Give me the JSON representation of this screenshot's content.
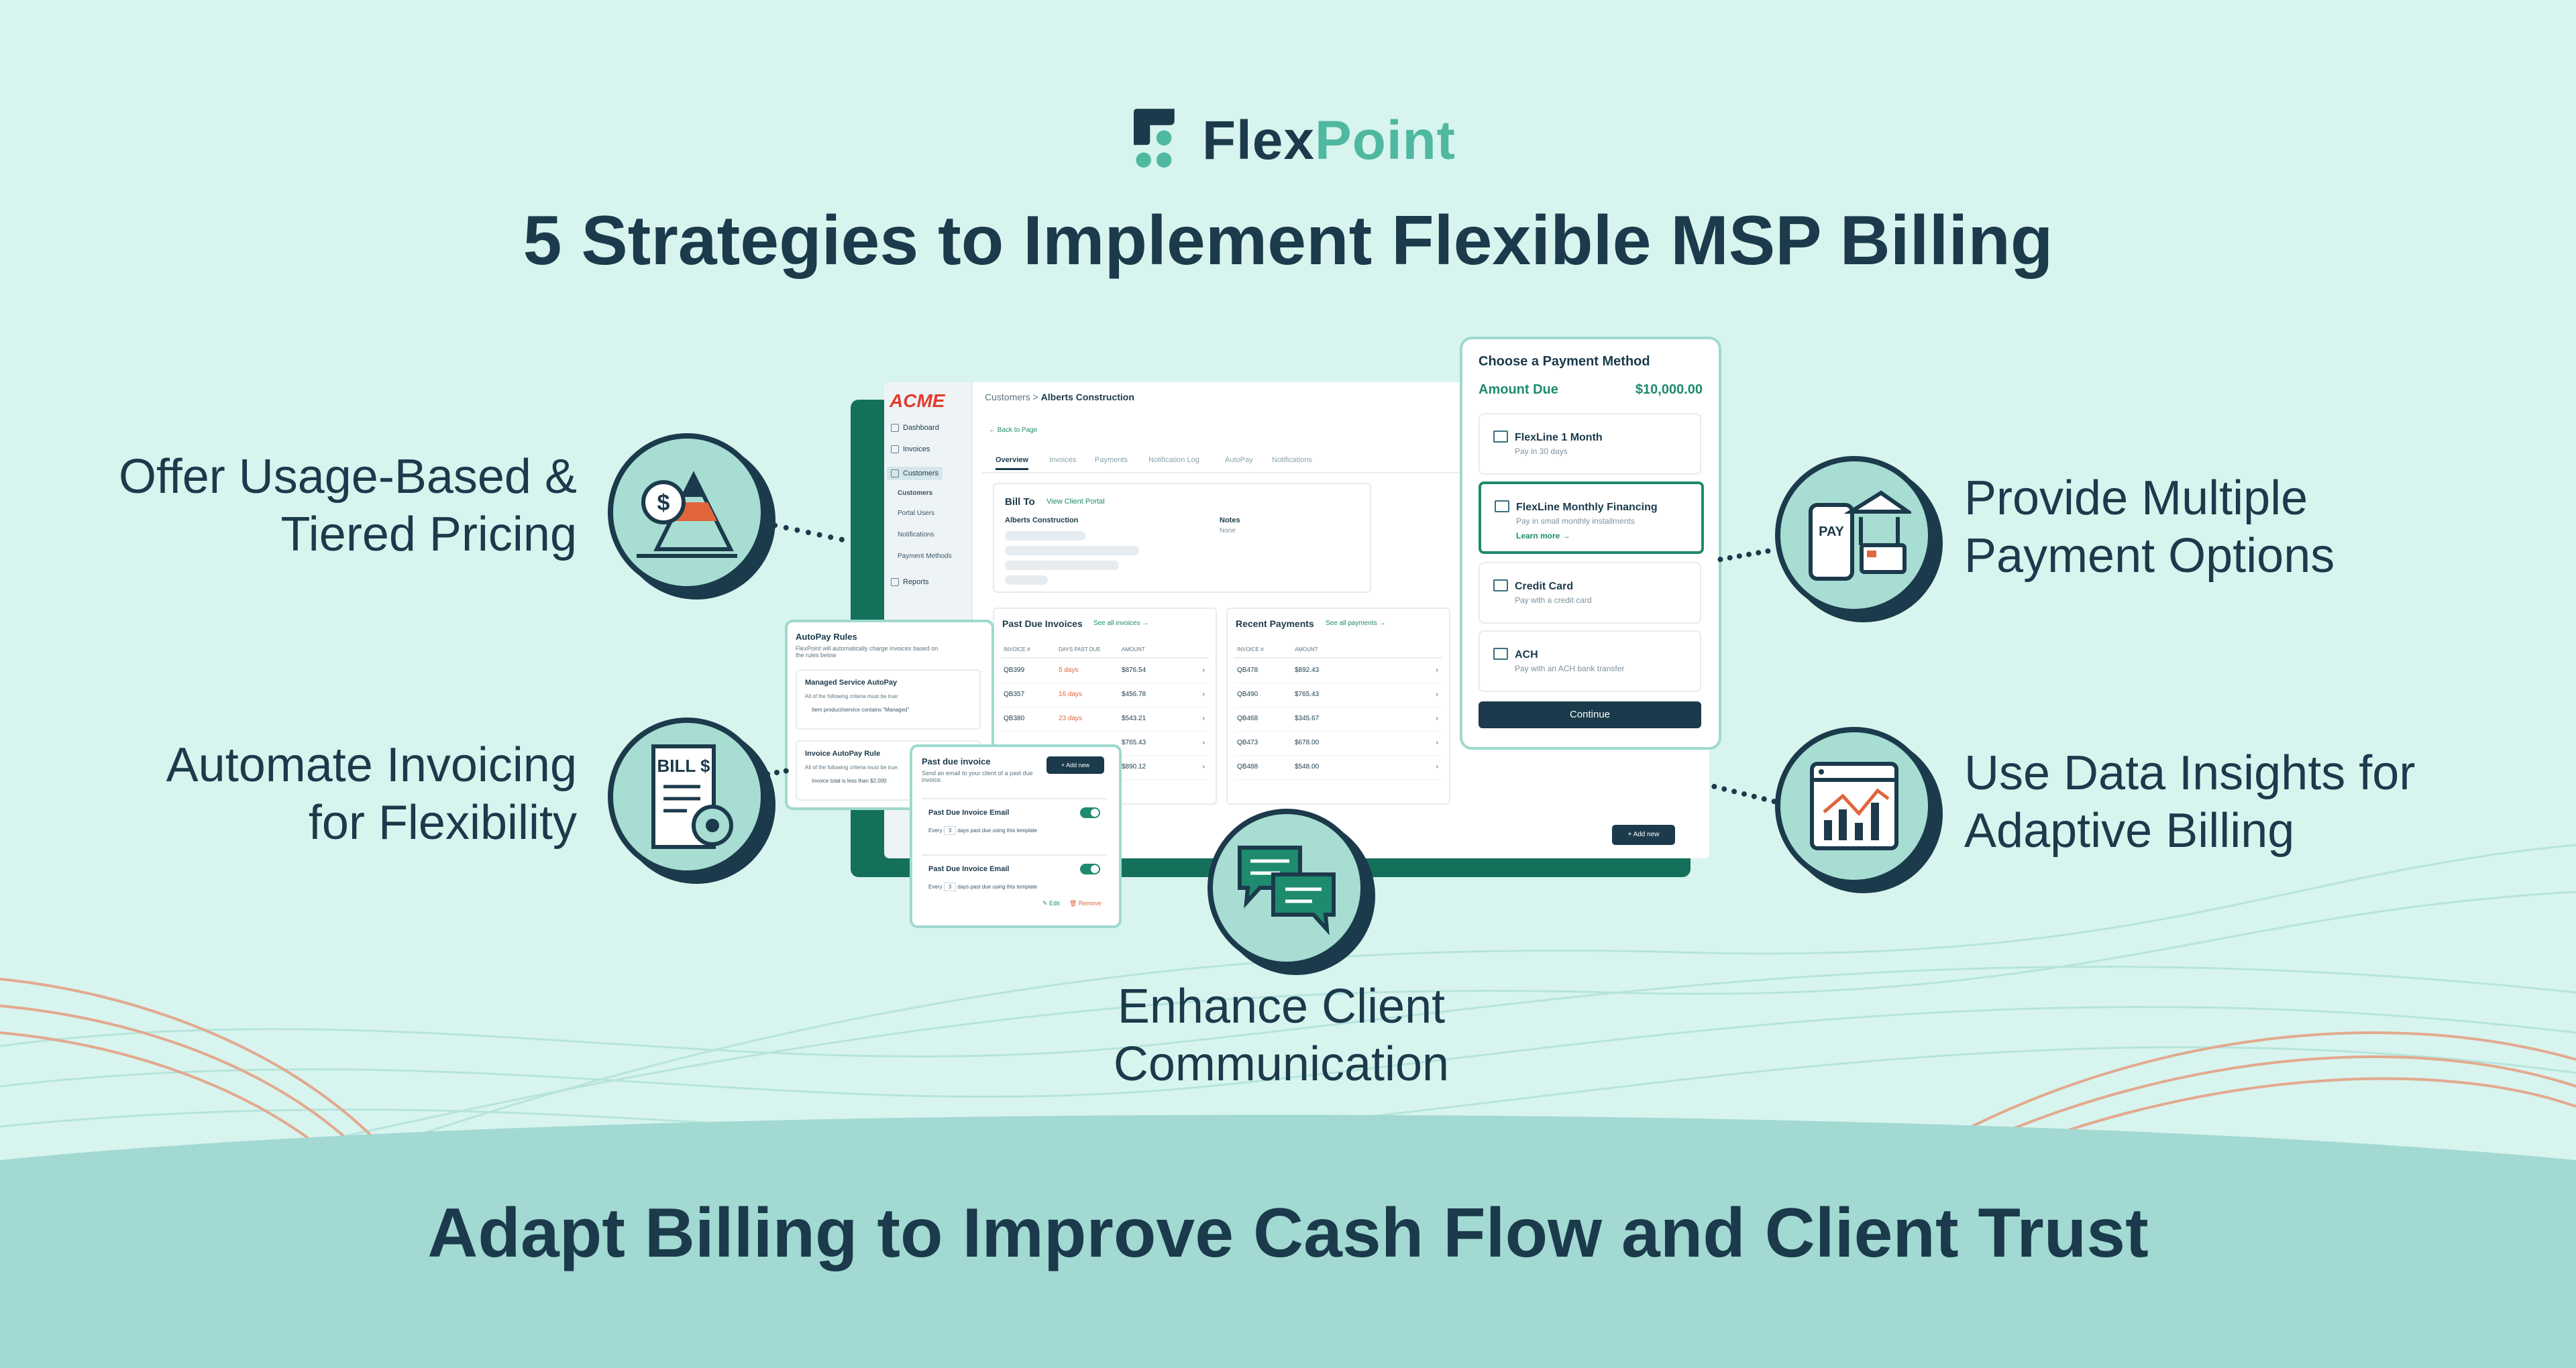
{
  "brand": {
    "name_part1": "Flex",
    "name_part2": "Point"
  },
  "title": "5 Strategies to Implement Flexible MSP Billing",
  "footer_title": "Adapt Billing to Improve Cash Flow and Client Trust",
  "strategies": {
    "s1": {
      "line1": "Offer Usage-Based &",
      "line2": "Tiered Pricing",
      "icon": "pricing-pyramid-icon"
    },
    "s2": {
      "line1": "Automate Invoicing",
      "line2": "for Flexibility",
      "icon": "bill-gear-icon",
      "icon_text": "BILL $"
    },
    "s3": {
      "line1": "Enhance Client",
      "line2": "Communication",
      "icon": "chat-bubbles-icon"
    },
    "s4": {
      "line1": "Provide Multiple",
      "line2": "Payment Options",
      "icon": "payment-terminal-icon",
      "icon_text": "PAY"
    },
    "s5": {
      "line1": "Use Data Insights for",
      "line2": "Adaptive Billing",
      "icon": "analytics-chart-icon"
    }
  },
  "dashboard": {
    "logo": "ACME",
    "sidebar": [
      "Dashboard",
      "Invoices",
      "Customers"
    ],
    "sidebar_sub": [
      "Customers",
      "Portal Users",
      "Notifications",
      "Payment Methods"
    ],
    "sidebar_reports": "Reports",
    "breadcrumb_parent": "Customers",
    "breadcrumb_sep": ">",
    "breadcrumb_current": "Alberts Construction",
    "back_link": "← Back to Page",
    "tabs": [
      "Overview",
      "Invoices",
      "Payments",
      "Notification Log",
      "AutoPay",
      "Notifications"
    ],
    "bill_to_label": "Bill To",
    "view_portal": "View Client Portal",
    "bill_to_name": "Alberts Construction",
    "notes_label": "Notes",
    "notes_value": "None",
    "past_due_title": "Past Due Invoices",
    "past_due_link": "See all invoices →",
    "past_due_cols": [
      "INVOICE #",
      "DAYS PAST DUE",
      "AMOUNT"
    ],
    "past_due_rows": [
      {
        "inv": "QB399",
        "days": "5 days",
        "amt": "$876.54"
      },
      {
        "inv": "QB357",
        "days": "16 days",
        "amt": "$456.78"
      },
      {
        "inv": "QB380",
        "days": "23 days",
        "amt": "$543.21"
      },
      {
        "inv": "",
        "days": "",
        "amt": "$765.43"
      },
      {
        "inv": "",
        "days": "",
        "amt": "$890.12"
      }
    ],
    "recent_title": "Recent Payments",
    "recent_link": "See all payments →",
    "recent_cols": [
      "INVOICE #",
      "AMOUNT"
    ],
    "recent_rows": [
      {
        "inv": "QB478",
        "amt": "$892.43"
      },
      {
        "inv": "QB490",
        "amt": "$765.43"
      },
      {
        "inv": "QB468",
        "amt": "$345.67"
      },
      {
        "inv": "QB473",
        "amt": "$678.00"
      },
      {
        "inv": "QB488",
        "amt": "$548.00"
      }
    ],
    "add_new": "+ Add new"
  },
  "autopay": {
    "title": "AutoPay Rules",
    "desc": "FlexPoint will automatically charge invoices based on the rules below",
    "rule1_title": "Managed Service AutoPay",
    "rule1_desc": "All of the following criteria must be true:",
    "rule1_cond": "Item product/service contains \"Managed\"",
    "rule2_title": "Invoice AutoPay Rule",
    "rule2_desc": "All of the following criteria must be true:",
    "rule2_cond": "Invoice total is less than $2,000"
  },
  "pastdue": {
    "title": "Past due invoice",
    "desc": "Send an email to your client of a past due invoice.",
    "add_new": "+ Add new",
    "email1": "Past Due Invoice Email",
    "email2": "Past Due Invoice Email",
    "every": "Every",
    "days_value": "3",
    "days_text": "days past due using this template",
    "edit": "Edit",
    "remove": "Remove"
  },
  "payment": {
    "title": "Choose a Payment Method",
    "amount_label": "Amount Due",
    "amount_value": "$10,000.00",
    "options": [
      {
        "title": "FlexLine 1 Month",
        "sub": "Pay in 30 days"
      },
      {
        "title": "FlexLine Monthly Financing",
        "sub": "Pay in small monthly installments",
        "link": "Learn more →"
      },
      {
        "title": "Credit Card",
        "sub": "Pay with a credit card"
      },
      {
        "title": "ACH",
        "sub": "Pay with an ACH bank transfer"
      }
    ],
    "continue": "Continue"
  },
  "colors": {
    "background": "#d8f4ee",
    "navy": "#1b3a4b",
    "teal": "#4fb8a0",
    "circle": "#a7ddd3",
    "wave": "#9fd6cf",
    "accent_line": "#e2a98e"
  }
}
